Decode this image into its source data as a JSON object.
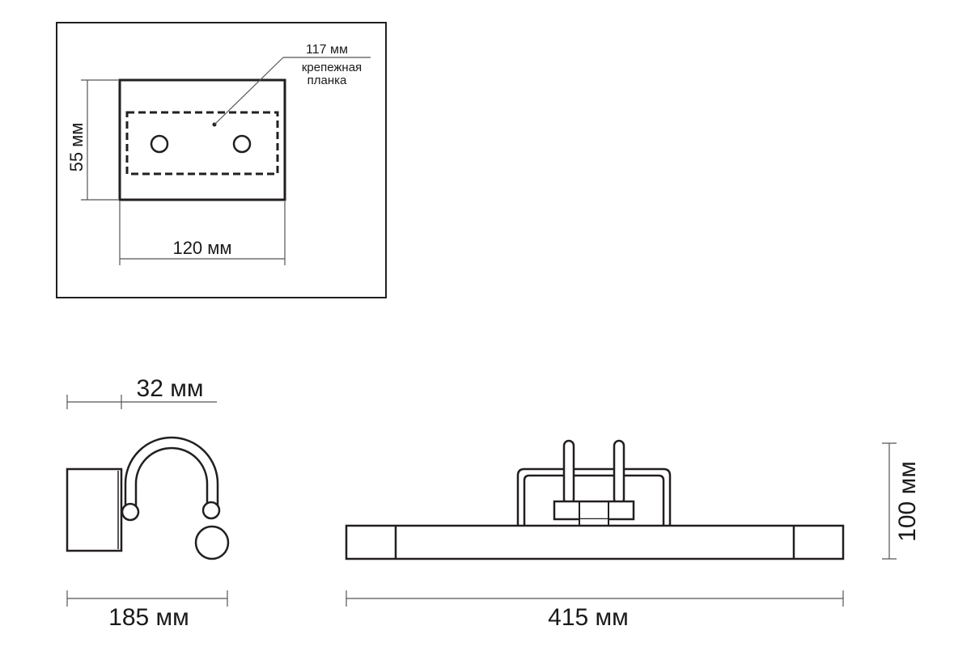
{
  "mount_plate": {
    "callout_dimension": "117 мм",
    "callout_line1": "крепежная",
    "callout_line2": "планка",
    "height_label": "55 мм",
    "width_label": "120 мм"
  },
  "side_view": {
    "offset_label": "32 мм",
    "depth_label": "185 мм"
  },
  "front_view": {
    "width_label": "415 мм",
    "height_label": "100 мм"
  },
  "colors": {
    "line": "#231f20",
    "dimension": "#555555",
    "text": "#1a1a1a"
  }
}
